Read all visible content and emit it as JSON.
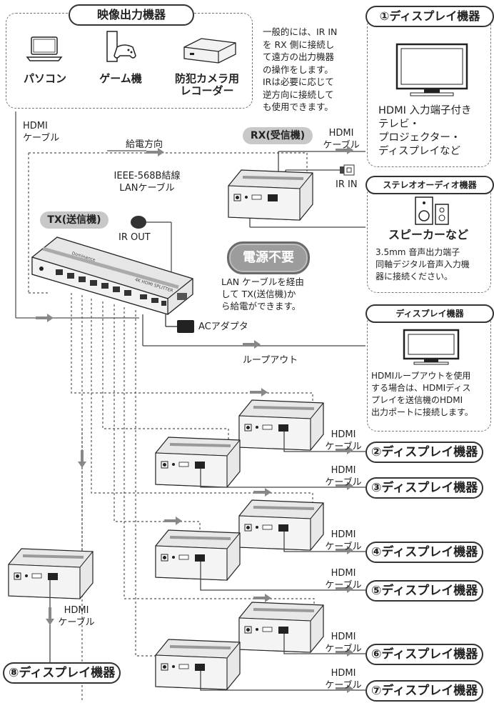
{
  "source_box": {
    "title": "映像出力機器",
    "devices": [
      {
        "label": "パソコン",
        "icon": "laptop-icon"
      },
      {
        "label": "ゲーム機",
        "icon": "game-console-icon"
      },
      {
        "label": "防犯カメラ用\nレコーダー",
        "icon": "recorder-icon"
      }
    ]
  },
  "note_ir": [
    "一般的には、IR IN",
    "を RX 側に接続し",
    "て遠方の出力機器",
    "の操作をします。",
    "IRは必要に応じて",
    "逆方向に接続して",
    "も使用できます。"
  ],
  "display1": {
    "title": "①ディスプレイ機器",
    "desc": [
      "HDMI 入力端子付き",
      "テレビ・",
      "プロジェクター・",
      "ディスプレイなど"
    ]
  },
  "audio": {
    "title": "ステレオオーディオ機器",
    "label": "スピーカーなど",
    "desc": [
      "3.5mm 音声出力端子",
      "同軸デジタル音声入力機",
      "器に接続ください。"
    ]
  },
  "loop_display": {
    "title": "ディスプレイ機器",
    "desc": [
      "HDMIループアウトを使用",
      "する場合は、HDMIディス",
      "プレイを送信機のHDMI",
      "出力ポートに接続します。"
    ]
  },
  "labels": {
    "hdmi_cable_left": "HDMI\nケーブル",
    "power_direction": "給電方向",
    "lan_cable": "IEEE-568B結線\nLANケーブル",
    "rx_tag": "RX(受信機)",
    "tx_tag": "TX(送信機)",
    "ir_out": "IR OUT",
    "ir_in": "IR IN",
    "hdmi_cable_rx": "HDMI\nケーブル",
    "no_power": "電源不要",
    "poe_note": [
      "LAN ケーブルを経由",
      "して TX(送信機)か",
      "ら給電ができます。"
    ],
    "ac_adapter": "ACアダプタ",
    "loop_out": "ループアウト",
    "hdmi": "HDMI",
    "cable": "ケーブル",
    "tx_device_text": "4K HDMI SPLITTER",
    "tx_brand": "Dominance"
  },
  "outputs": [
    {
      "label": "②ディスプレイ機器"
    },
    {
      "label": "③ディスプレイ機器"
    },
    {
      "label": "④ディスプレイ機器"
    },
    {
      "label": "⑤ディスプレイ機器"
    },
    {
      "label": "⑥ディスプレイ機器"
    },
    {
      "label": "⑦ディスプレイ機器"
    },
    {
      "label": "⑧ディスプレイ機器"
    }
  ]
}
